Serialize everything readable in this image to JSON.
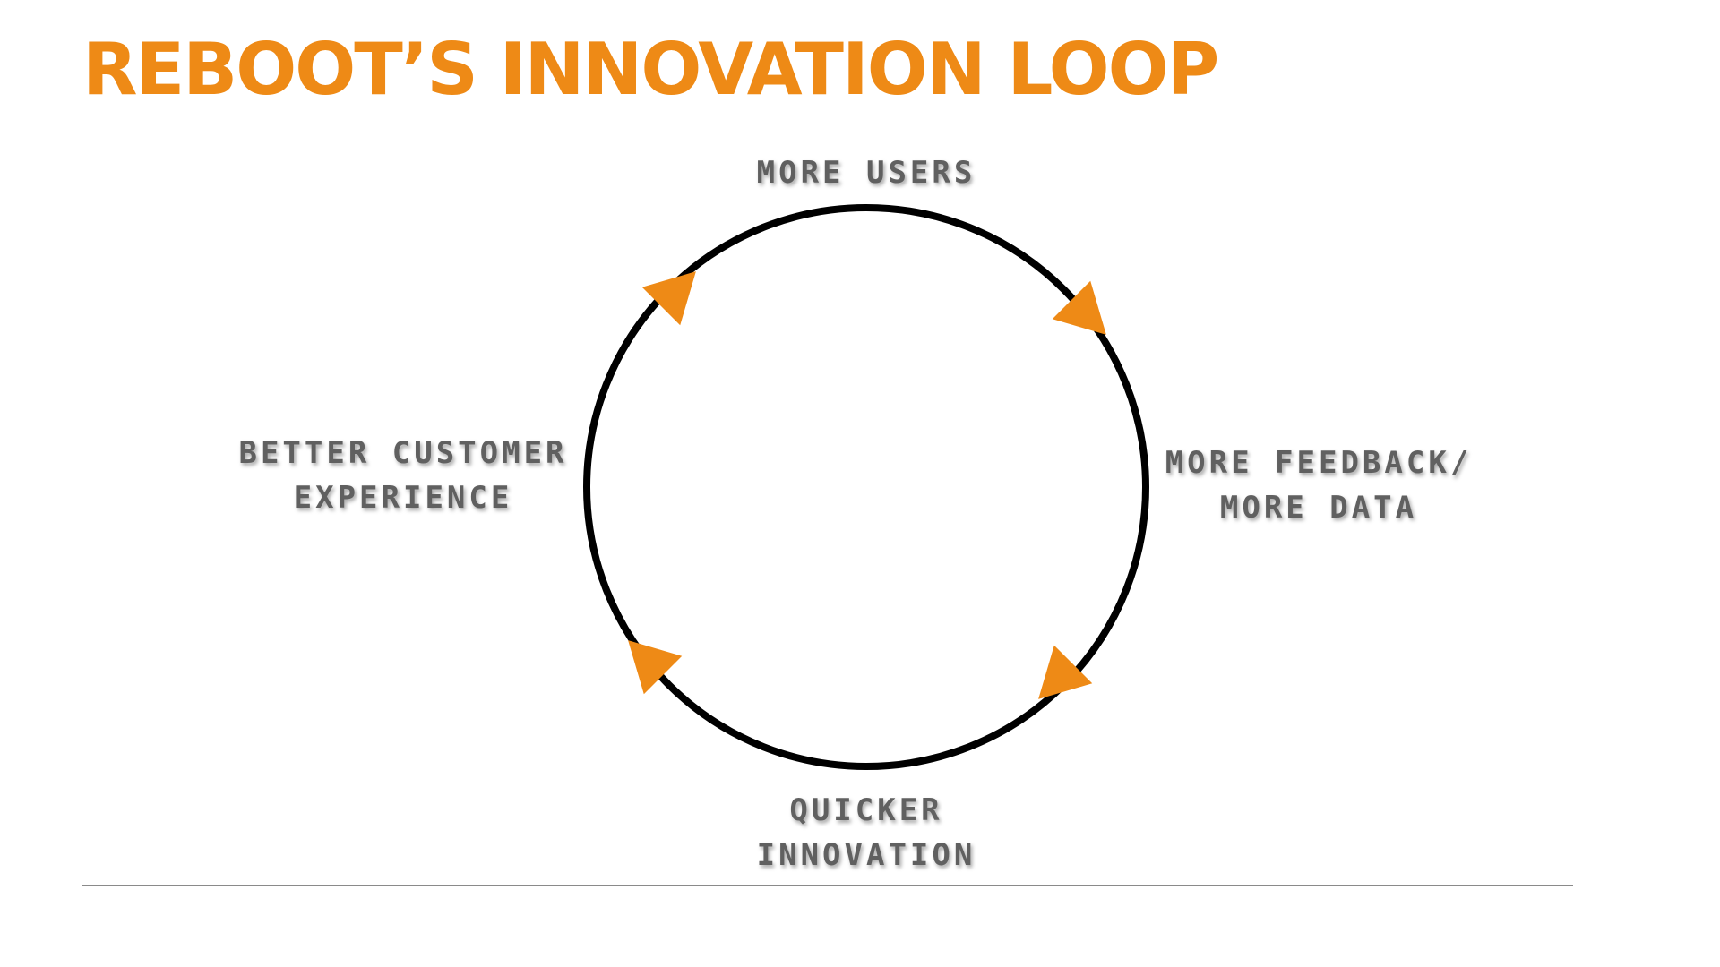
{
  "slide": {
    "title": "REBOOT’S INNOVATION LOOP"
  },
  "colors": {
    "accent": "#EE8A16",
    "label": "#606060",
    "circle": "#000000",
    "rule": "#8a8a8a"
  },
  "loop": {
    "stages": [
      {
        "id": "more-users",
        "lines": [
          "MORE USERS"
        ]
      },
      {
        "id": "more-feedback",
        "lines": [
          "MORE FEEDBACK/",
          "MORE DATA"
        ]
      },
      {
        "id": "quicker-innovation",
        "lines": [
          "QUICKER",
          "INNOVATION"
        ]
      },
      {
        "id": "better-customer-experience",
        "lines": [
          "BETTER CUSTOMER",
          "EXPERIENCE"
        ]
      }
    ],
    "direction": "clockwise",
    "arrow_icon": "triangle-arrow-icon"
  }
}
